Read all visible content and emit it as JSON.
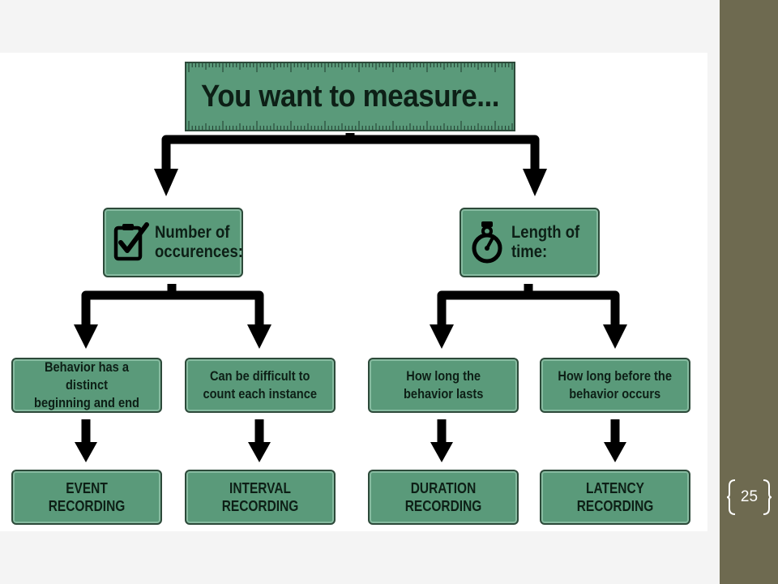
{
  "slide": {
    "page_number": "25",
    "colors": {
      "sidebar": "#6e6a50",
      "box_fill": "#5a9a7a",
      "box_border": "#2d4a3a",
      "arrow": "#000000"
    }
  },
  "diagram": {
    "title": "You want to measure...",
    "categories": [
      {
        "label": "Number of\noccurences:",
        "icon": "clipboard-check-icon"
      },
      {
        "label": "Length of\ntime:",
        "icon": "stopwatch-icon"
      }
    ],
    "descriptions": [
      "Behavior has a distinct\nbeginning and end",
      "Can be difficult to\ncount each instance",
      "How long the\nbehavior lasts",
      "How long before the\nbehavior occurs"
    ],
    "recordings": [
      "EVENT\nRECORDING",
      "INTERVAL\nRECORDING",
      "DURATION\nRECORDING",
      "LATENCY\nRECORDING"
    ]
  }
}
